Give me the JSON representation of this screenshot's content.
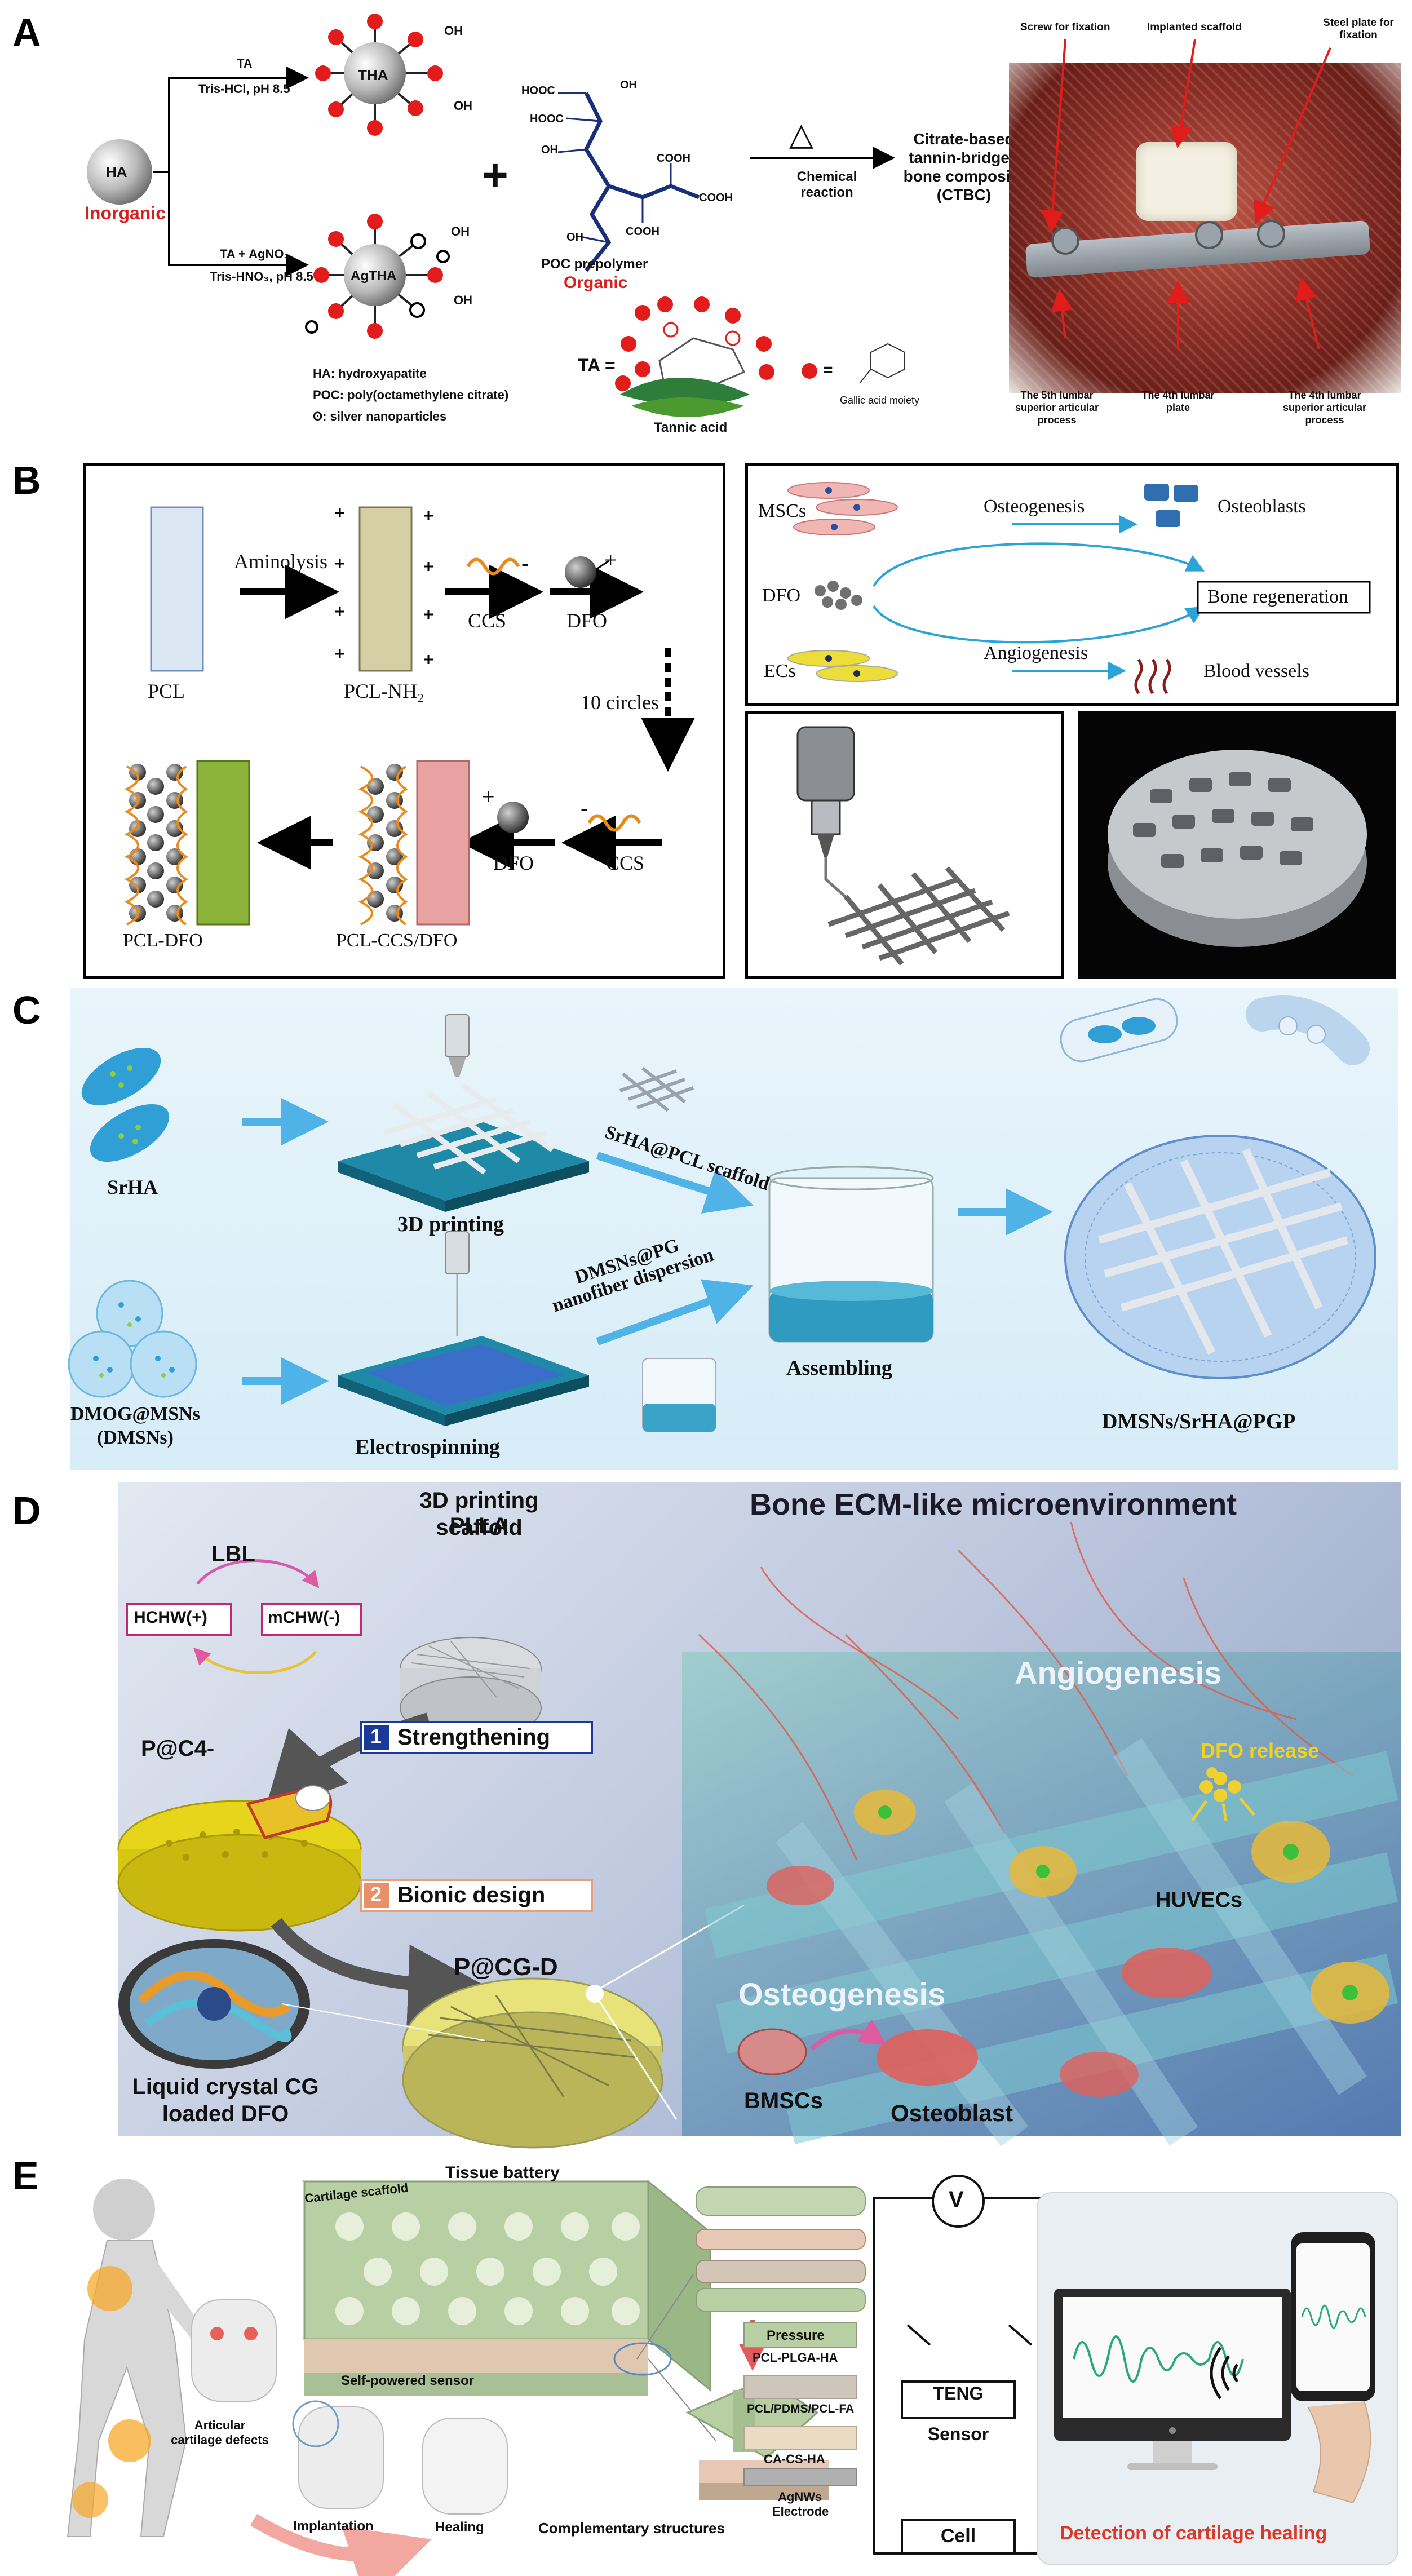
{
  "panels": {
    "a": {
      "label": "A",
      "ha": "HA",
      "inorganic": "Inorganic",
      "route1_top": "TA",
      "route1_bot": "Tris-HCl, pH 8.5",
      "route2_top": "TA + AgNO₃",
      "route2_bot": "Tris-HNO₃, pH 8.5",
      "tha": "THA",
      "agtha": "AgTHA",
      "oh": "OH",
      "plus": "+",
      "poc_groups": [
        "HOOC",
        "OH",
        "HOOC",
        "OH",
        "COOH",
        "COOH",
        "OH",
        "COOH"
      ],
      "poc_label": "POC prepolymer",
      "organic": "Organic",
      "delta": "△",
      "reaction": "Chemical reaction",
      "product": "Citrate-based tannin-bridged bone composite (CTBC)",
      "legend_ha": "HA: hydroxyapatite",
      "legend_poc": "POC: poly(octamethylene citrate)",
      "legend_ag": "ʘ: silver nanoparticles",
      "ta_eq": "TA =",
      "tannic": "Tannic acid",
      "gallic_eq": "=",
      "gallic": "Gallic acid moiety",
      "photo_screw": "Screw for fixation",
      "photo_scaffold": "Implanted scaffold",
      "photo_plate": "Steel plate for fixation",
      "photo_l5": "The 5th lumbar superior articular process",
      "photo_l4": "The 4th lumbar plate",
      "photo_l4s": "The 4th lumbar superior articular process"
    },
    "b": {
      "label": "B",
      "aminolysis": "Aminolysis",
      "pcl": "PCL",
      "pclnh2": "PCL-NH₂",
      "ccs": "CCS",
      "dfo": "DFO",
      "minus": "-",
      "plus": "+",
      "cycles": "10 circles",
      "pclccsdfo": "PCL-CCS/DFO",
      "pcldfo": "PCL-DFO",
      "mscs": "MSCs",
      "osteogenesis": "Osteogenesis",
      "osteoblasts": "Osteoblasts",
      "dfo2": "DFO",
      "bone": "Bone  regeneration",
      "ecs": "ECs",
      "angiogenesis": "Angiogenesis",
      "vessels": "Blood vessels"
    },
    "c": {
      "label": "C",
      "srha": "SrHA",
      "printing": "3D printing",
      "scaffold": "SrHA@PCL scaffold",
      "dmog1": "DMOG@MSNs",
      "dmog2": "(DMSNs)",
      "electro": "Electrospinning",
      "disp1": "DMSNs@PG",
      "disp2": "nanofiber dispersion",
      "assembling": "Assembling",
      "product": "DMSNs/SrHA@PGP"
    },
    "d": {
      "label": "D",
      "lbl": "LBL",
      "hchw": "HCHW(+)",
      "mchw": "mCHW(-)",
      "pla1": "3D printing PLLA",
      "pla2": "scaffold",
      "n1": "1",
      "strength": "Strengthening",
      "pc4": "P@C4-",
      "n2": "2",
      "bionic": "Bionic design",
      "pcgd": "P@CG-D",
      "lc1": "Liquid crystal CG",
      "lc2": "loaded DFO",
      "title": "Bone ECM-like microenvironment",
      "angio": "Angiogenesis",
      "dforel": "DFO release",
      "huvecs": "HUVECs",
      "osteo": "Osteogenesis",
      "bmscs": "BMSCs",
      "osteoblast": "Osteoblast"
    },
    "e": {
      "label": "E",
      "battery": "Tissue battery",
      "cartilage": "Cartilage scaffold",
      "sensor": "Self-powered sensor",
      "pressure": "Pressure",
      "defects1": "Articular",
      "defects2": "cartilage defects",
      "implant": "Implantation",
      "healing": "Healing",
      "comp": "Complementary structures",
      "m1": "PCL-PLGA-HA",
      "m2": "PCL/PDMS/PCL-FA",
      "m3": "CA-CS-HA",
      "m4a": "AgNWs",
      "m4b": "Electrode",
      "v": "V",
      "teng1": "TENG",
      "teng2": "Sensor",
      "cell": "Cell",
      "detect": "Detection of cartilage healing"
    }
  },
  "colors": {
    "red": "#d81e1e",
    "navy": "#1a2f7a",
    "arrow_blue": "#4fb3e8",
    "panel_c_bg": "#dceff8",
    "panel_d_bg": "#b6c3db",
    "teal": "#2a8aa0",
    "green_bar": "#8bb33a",
    "pink_bar": "#e8a2a2",
    "tan_bar": "#d6cfa6",
    "pcl_bar": "#dbe7f3",
    "yellow_scaffold": "#e6d51a",
    "e_red": "#d83a2a"
  },
  "icons": [
    "sphere-node-icon",
    "bone-photo",
    "printer-nozzle-icon",
    "scaffold-grid-icon",
    "cell-icon",
    "knee-joint-icon",
    "monitor-icon",
    "phone-icon",
    "voltmeter-icon"
  ]
}
